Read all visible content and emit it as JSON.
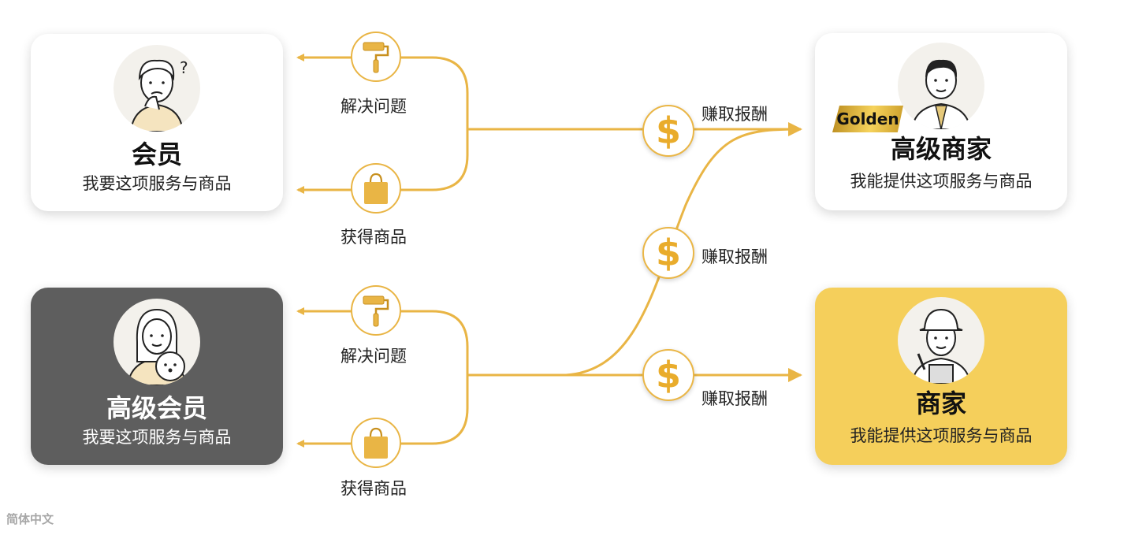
{
  "cards": {
    "member": {
      "title": "会员",
      "subtitle": "我要这项服务与商品"
    },
    "premium_member": {
      "title": "高级会员",
      "subtitle": "我要这项服务与商品"
    },
    "premium_merchant": {
      "title": "高级商家",
      "subtitle": "我能提供这项服务与商品",
      "badge": "Golden"
    },
    "merchant": {
      "title": "商家",
      "subtitle": "我能提供这项服务与商品"
    }
  },
  "flows": {
    "top_solve": "解决问题",
    "top_goods": "获得商品",
    "bottom_solve": "解决问题",
    "bottom_goods": "获得商品",
    "earn_1": "赚取报酬",
    "earn_2": "赚取报酬",
    "earn_3": "赚取报酬"
  },
  "coin_symbol": "$",
  "language_label": "简体中文",
  "icons": [
    "thinking-man-avatar",
    "woman-with-dog-avatar",
    "businessman-avatar",
    "worker-avatar",
    "paint-roller-icon",
    "shopping-bag-icon",
    "dollar-coin-icon"
  ],
  "colors": {
    "accent": "#e9b545",
    "gold_card": "#f5cf5b",
    "dark_card": "#5e5e5e"
  }
}
